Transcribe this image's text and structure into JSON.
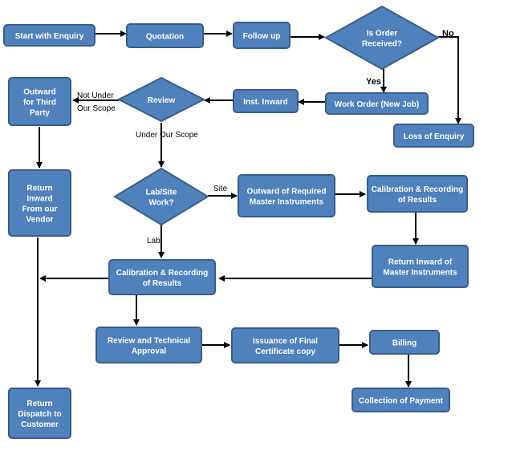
{
  "colors": {
    "node_fill": "#4F81BD",
    "node_stroke": "#385D8A",
    "node_text": "#FFFFFF",
    "edge": "#000000"
  },
  "nodes": {
    "start_enquiry": {
      "lines": [
        "Start with Enquiry"
      ],
      "shape": "rect"
    },
    "quotation": {
      "lines": [
        "Quotation"
      ],
      "shape": "rect"
    },
    "follow_up": {
      "lines": [
        "Follow up"
      ],
      "shape": "rect"
    },
    "is_order_received": {
      "lines": [
        "Is Order",
        "Received?"
      ],
      "shape": "diamond"
    },
    "loss_of_enquiry": {
      "lines": [
        "Loss of Enquiry"
      ],
      "shape": "rect"
    },
    "work_order": {
      "lines": [
        "Work Order (New Job)"
      ],
      "shape": "rect"
    },
    "inst_inward": {
      "lines": [
        "Inst. Inward"
      ],
      "shape": "rect"
    },
    "review": {
      "lines": [
        "Review"
      ],
      "shape": "diamond"
    },
    "outward_third_party": {
      "lines": [
        "Outward",
        "for Third",
        "Party"
      ],
      "shape": "rect"
    },
    "return_inward_vendor": {
      "lines": [
        "Return",
        "Inward",
        "From our",
        "Vendor"
      ],
      "shape": "rect"
    },
    "lab_site_work": {
      "lines": [
        "Lab/Site",
        "Work?"
      ],
      "shape": "diamond"
    },
    "outward_master": {
      "lines": [
        "Outward of Required",
        "Master Instruments"
      ],
      "shape": "rect"
    },
    "calibration_site": {
      "lines": [
        "Calibration & Recording",
        "of Results"
      ],
      "shape": "rect"
    },
    "return_inward_master": {
      "lines": [
        "Return Inward of",
        "Master Instruments"
      ],
      "shape": "rect"
    },
    "calibration_lab": {
      "lines": [
        "Calibration & Recording",
        "of Results"
      ],
      "shape": "rect"
    },
    "review_technical": {
      "lines": [
        "Review and Technical",
        "Approval"
      ],
      "shape": "rect"
    },
    "issuance_certificate": {
      "lines": [
        "Issuance of Final",
        "Certificate copy"
      ],
      "shape": "rect"
    },
    "billing": {
      "lines": [
        "Billing"
      ],
      "shape": "rect"
    },
    "collection_payment": {
      "lines": [
        "Collection of Payment"
      ],
      "shape": "rect"
    },
    "return_dispatch": {
      "lines": [
        "Return",
        "Dispatch to",
        "Customer"
      ],
      "shape": "rect"
    }
  },
  "edge_labels": {
    "no": "No",
    "yes": "Yes",
    "not_under_scope": [
      "Not Under",
      "Our Scope"
    ],
    "under_scope": "Under Our Scope",
    "site": "Site",
    "lab": "Lab"
  }
}
